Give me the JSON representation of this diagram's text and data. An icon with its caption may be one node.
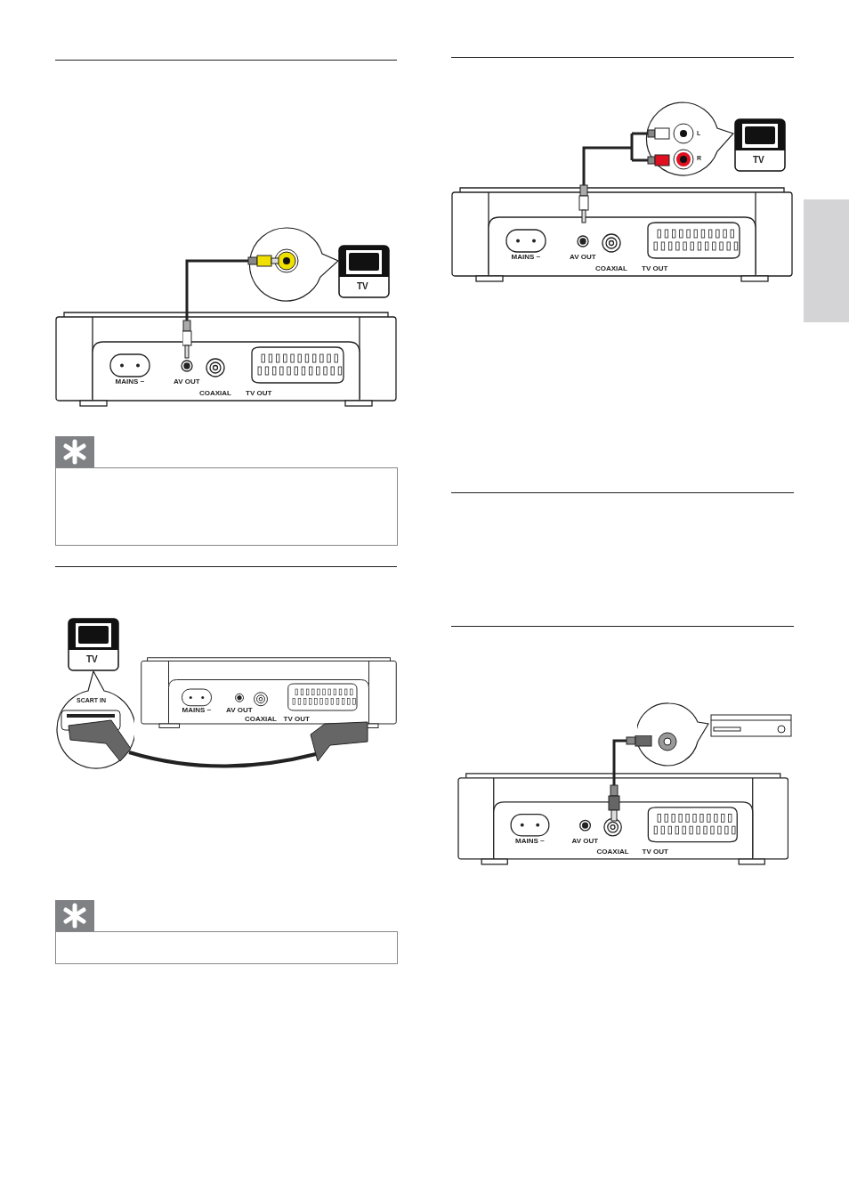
{
  "diagram": {
    "nodes": [
      {
        "text": [],
        "shape": "box"
      },
      {
        "text": [],
        "shape": "box"
      },
      {
        "text": [],
        "shape": "box"
      }
    ],
    "labels": [
      "TV",
      "MAINS ~",
      "AV OUT",
      "COAXIAL",
      "TV OUT",
      "TV",
      "SCART IN",
      "MAINS ~",
      "AV OUT",
      "COAXIAL",
      "TV OUT",
      "L",
      "R",
      "TV",
      "MAINS ~",
      "AV OUT",
      "COAXIAL",
      "TV OUT",
      "MAINS ~",
      "AV OUT",
      "COAXIAL",
      "TV OUT"
    ]
  }
}
